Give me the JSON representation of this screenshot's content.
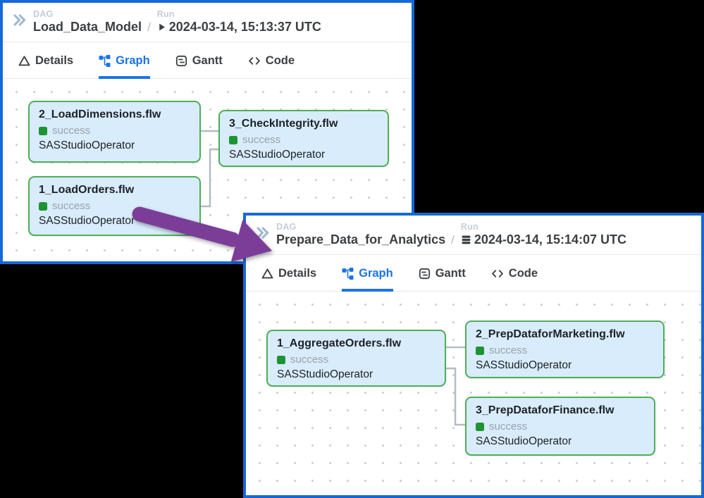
{
  "colors": {
    "window_border": "#1569d6",
    "accent_blue": "#1a73e8",
    "node_fill": "#d8ecfc",
    "node_border": "#4fae58",
    "success_green": "#1d9333",
    "edge_gray": "#b3bcc5",
    "arrow_purple": "#7c3d99",
    "muted_label": "#c3ceda",
    "text_dark": "#3c4043"
  },
  "windows": [
    {
      "breadcrumb": {
        "collapse_icon": "double-chevron-right-icon",
        "dag_label": "DAG",
        "dag_name": "Load_Data_Model",
        "separator": "/",
        "run_label": "Run",
        "run_icon": "play-icon",
        "run_time": "2024-03-14, 15:13:37 UTC"
      },
      "tabs": [
        {
          "label": "Details",
          "icon": "triangle-details-icon",
          "active": false
        },
        {
          "label": "Graph",
          "icon": "graph-icon",
          "active": true
        },
        {
          "label": "Gantt",
          "icon": "gantt-icon",
          "active": false
        },
        {
          "label": "Code",
          "icon": "code-icon",
          "active": false
        }
      ],
      "nodes": [
        {
          "title": "2_LoadDimensions.flw",
          "status": "success",
          "operator": "SASStudioOperator"
        },
        {
          "title": "3_CheckIntegrity.flw",
          "status": "success",
          "operator": "SASStudioOperator"
        },
        {
          "title": "1_LoadOrders.flw",
          "status": "success",
          "operator": "SASStudioOperator"
        }
      ],
      "edges": [
        {
          "from": "2_LoadDimensions.flw",
          "to": "3_CheckIntegrity.flw"
        },
        {
          "from": "1_LoadOrders.flw",
          "to": "3_CheckIntegrity.flw"
        }
      ]
    },
    {
      "breadcrumb": {
        "collapse_icon": "double-chevron-right-icon",
        "dag_label": "DAG",
        "dag_name": "Prepare_Data_for_Analytics",
        "separator": "/",
        "run_label": "Run",
        "run_icon": "dataset-icon",
        "run_time": "2024-03-14, 15:14:07 UTC"
      },
      "tabs": [
        {
          "label": "Details",
          "icon": "triangle-details-icon",
          "active": false
        },
        {
          "label": "Graph",
          "icon": "graph-icon",
          "active": true
        },
        {
          "label": "Gantt",
          "icon": "gantt-icon",
          "active": false
        },
        {
          "label": "Code",
          "icon": "code-icon",
          "active": false
        }
      ],
      "nodes": [
        {
          "title": "1_AggregateOrders.flw",
          "status": "success",
          "operator": "SASStudioOperator"
        },
        {
          "title": "2_PrepDataforMarketing.flw",
          "status": "success",
          "operator": "SASStudioOperator"
        },
        {
          "title": "3_PrepDataforFinance.flw",
          "status": "success",
          "operator": "SASStudioOperator"
        }
      ],
      "edges": [
        {
          "from": "1_AggregateOrders.flw",
          "to": "2_PrepDataforMarketing.flw"
        },
        {
          "from": "1_AggregateOrders.flw",
          "to": "3_PrepDataforFinance.flw"
        }
      ]
    }
  ],
  "annotation_arrow": {
    "color": "#7c3d99",
    "from": "1_LoadOrders.flw node in Load_Data_Model window",
    "to": "Prepare_Data_for_Analytics run header"
  }
}
